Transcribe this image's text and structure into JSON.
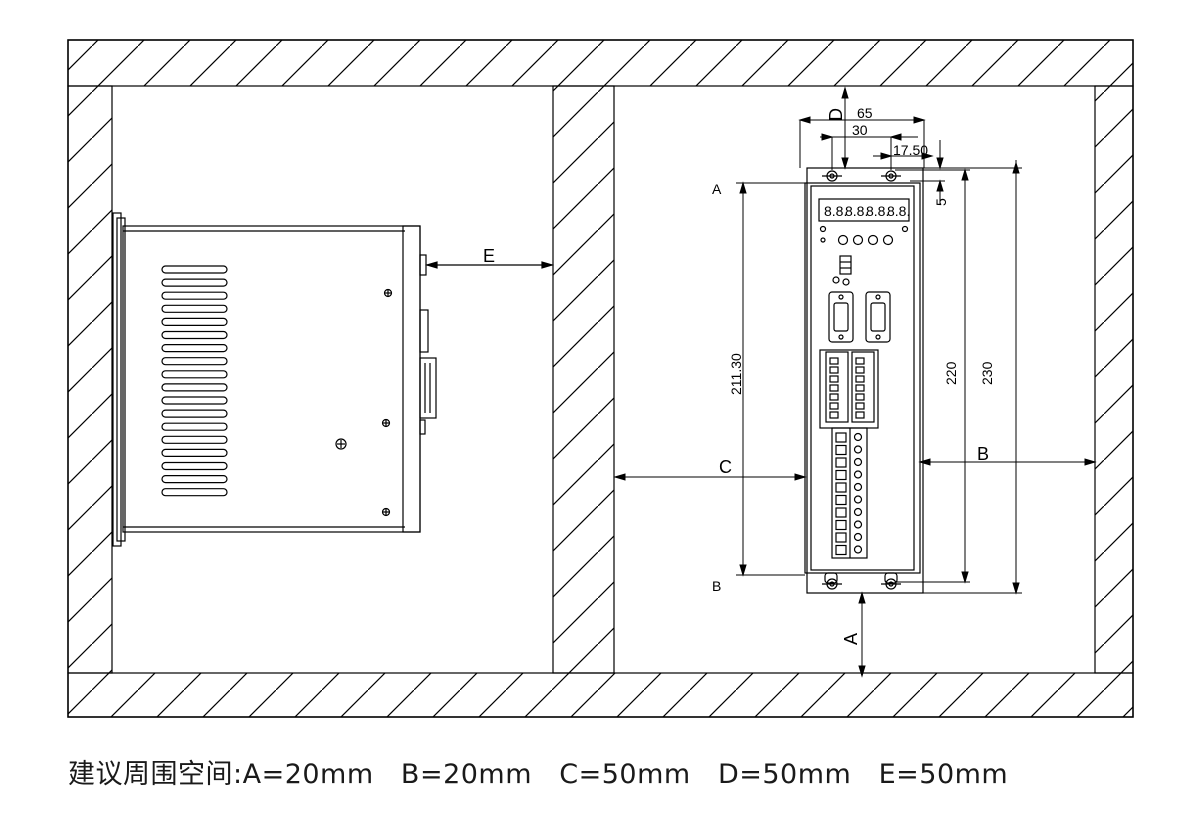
{
  "caption": {
    "prefix": "建议周围空间:",
    "items": [
      "A=20mm",
      "B=20mm",
      "C=50mm",
      "D=50mm",
      "E=50mm"
    ]
  },
  "side_view": {
    "gap_label": "E"
  },
  "front_view": {
    "dims": {
      "width_total": "65",
      "hole_spacing": "30",
      "hole_offset": "17.50",
      "hole_edge": "5",
      "height_inner": "211.30",
      "height_holes": "220",
      "height_total": "230"
    },
    "gap_labels": {
      "top": "D",
      "bottom": "A",
      "left": "C",
      "right": "B",
      "ref_top": "A",
      "ref_bottom": "B"
    },
    "display_segments": [
      "8.8.",
      "8.8.",
      "8.8.",
      "8.8."
    ]
  }
}
